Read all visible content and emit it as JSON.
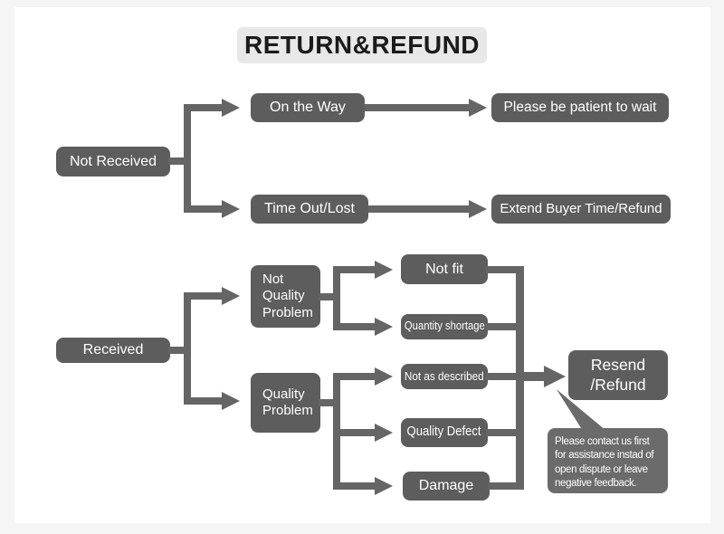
{
  "colors": {
    "box": "#5d5d5d",
    "line": "#656565",
    "note": "#6b6b6b",
    "title-bg": "#e8e8e8",
    "frame": "#f5f5f5"
  },
  "title": "RETURN&REFUND",
  "not_received_flow": {
    "root": "Not Received",
    "branches": [
      {
        "condition": "On the Way",
        "outcome": "Please be patient to wait"
      },
      {
        "condition": "Time Out/Lost",
        "outcome": "Extend Buyer Time/Refund"
      }
    ]
  },
  "received_flow": {
    "root": "Received",
    "branches": [
      {
        "category": "Not Quality Problem",
        "reasons": [
          "Not fit",
          "Quantity shortage"
        ]
      },
      {
        "category": "Quality Problem",
        "reasons": [
          "Not as described",
          "Quality Defect",
          "Damage"
        ]
      }
    ],
    "outcome": "Resend\n/Refund",
    "note": "Please contact us first for assistance instad of open dispute or leave negative feedback."
  }
}
